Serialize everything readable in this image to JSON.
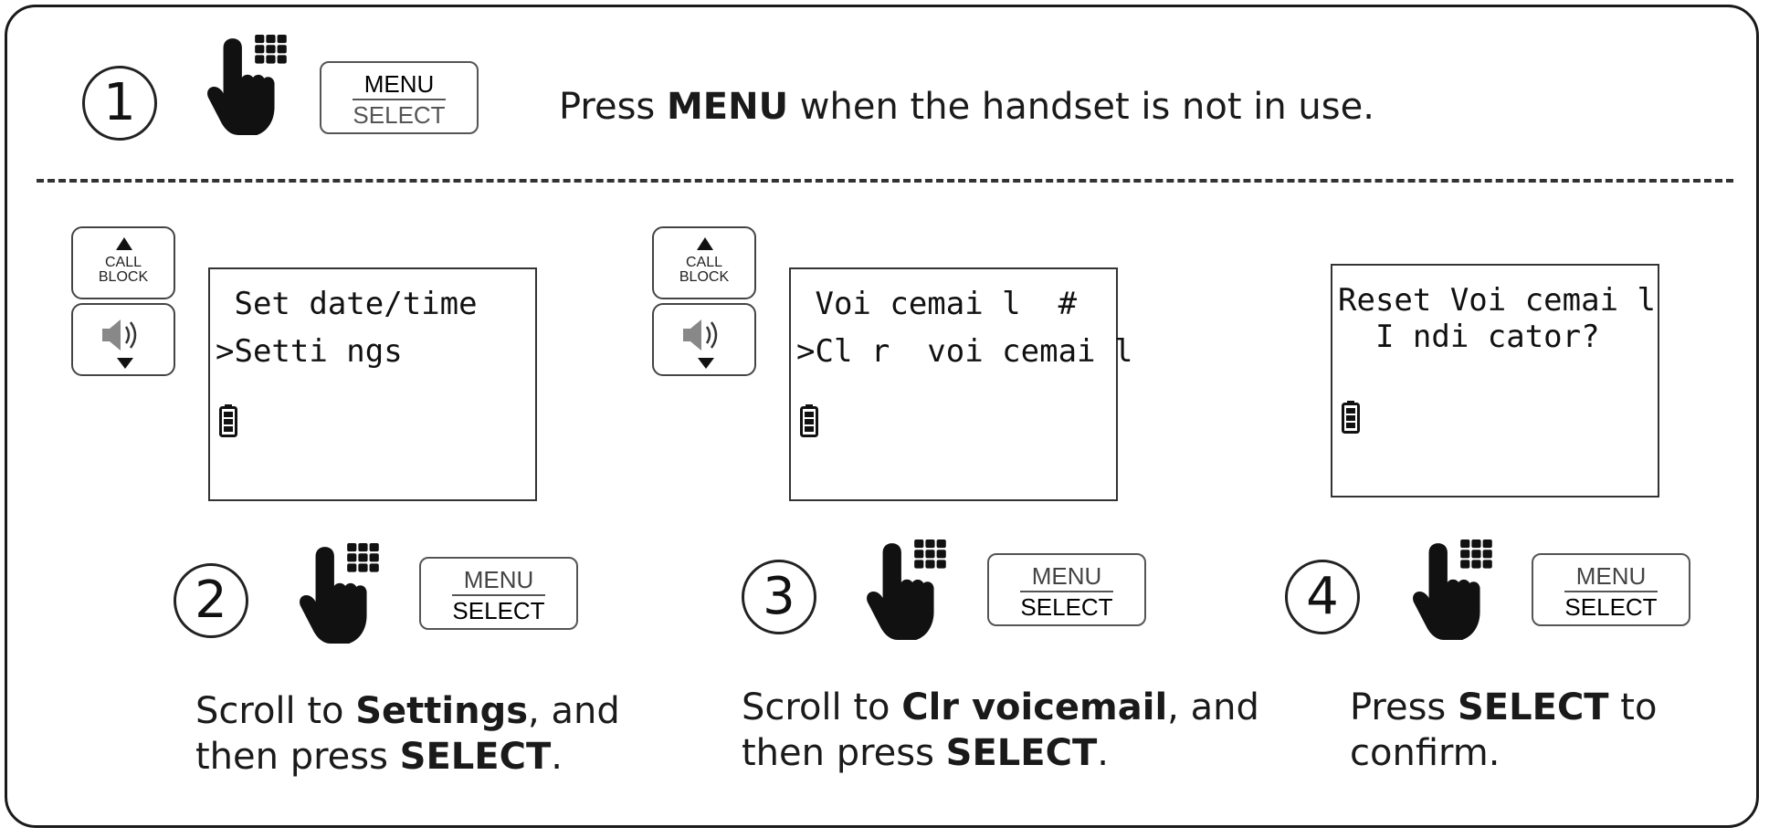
{
  "step1": {
    "number": "1",
    "button_top": "MENU",
    "button_bottom": "SELECT",
    "instruction_pre": "Press ",
    "instruction_bold": "MENU",
    "instruction_post": " when the handset is not in use."
  },
  "side_keys": {
    "call_block_line1": "CALL",
    "call_block_line2": "BLOCK"
  },
  "screens": [
    {
      "line1": " Set date/time",
      "line2": ">Setti ngs"
    },
    {
      "line1": " Voi cemai l  #",
      "line2": ">Cl r  voi cemai l"
    },
    {
      "line1": "Reset Voi cemai l",
      "line2": "  I ndi cator?"
    }
  ],
  "steps": [
    {
      "number": "2",
      "button_top": "MENU",
      "button_bottom": "SELECT",
      "line1_pre": "Scroll to ",
      "line1_bold": "Settings",
      "line1_post": ", and",
      "line2_pre": "then press ",
      "line2_bold": "SELECT",
      "line2_post": "."
    },
    {
      "number": "3",
      "button_top": "MENU",
      "button_bottom": "SELECT",
      "line1_pre": "Scroll to ",
      "line1_bold": "Clr voicemail",
      "line1_post": ", and",
      "line2_pre": "then press ",
      "line2_bold": "SELECT",
      "line2_post": "."
    },
    {
      "number": "4",
      "button_top": "MENU",
      "button_bottom": "SELECT",
      "line1_pre": "Press ",
      "line1_bold": "SELECT",
      "line1_post": " to",
      "line2_pre": "confirm.",
      "line2_bold": "",
      "line2_post": ""
    }
  ]
}
